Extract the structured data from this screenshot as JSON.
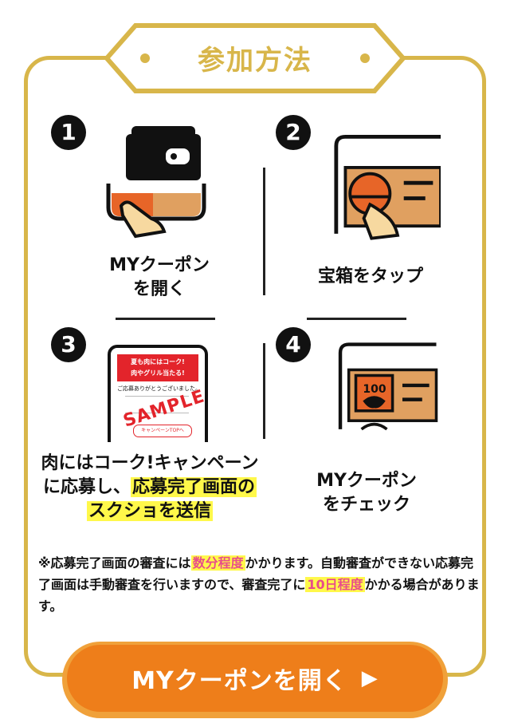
{
  "header": {
    "title": "参加方法"
  },
  "steps": [
    {
      "number": "1",
      "caption_line1": "MYクーポン",
      "caption_line2": "を開く"
    },
    {
      "number": "2",
      "caption_line1": "宝箱をタップ"
    },
    {
      "number": "3",
      "caption_line1": "肉にはコーク!キャンペーン",
      "caption_line2a": "に応募し、",
      "caption_line2b": "応募完了画面の",
      "caption_line3": "スクショを送信",
      "screen": {
        "banner_line1": "夏も肉にはコーク!",
        "banner_line2": "肉やグリル当たる!",
        "message": "ご応募ありがとうございました。",
        "stamp": "SAMPLE",
        "link": "キャンペーンTOPへ"
      }
    },
    {
      "number": "4",
      "caption_line1": "MYクーポン",
      "caption_line2": "をチェック",
      "coupon_value": "100"
    }
  ],
  "note": {
    "prefix": "※応募完了画面の審査には",
    "hl1": "数分程度",
    "mid": "かかります。自動審査ができない応募完了画面は手動審査を行いますので、審査完了に",
    "hl2": "10日程度",
    "suffix": "かかる場合があります。"
  },
  "cta": {
    "label": "MYクーポンを開く",
    "arrow": "▶"
  },
  "colors": {
    "gold": "#d8b64a",
    "orange": "#ee7e1a",
    "highlight": "#fff84a"
  }
}
